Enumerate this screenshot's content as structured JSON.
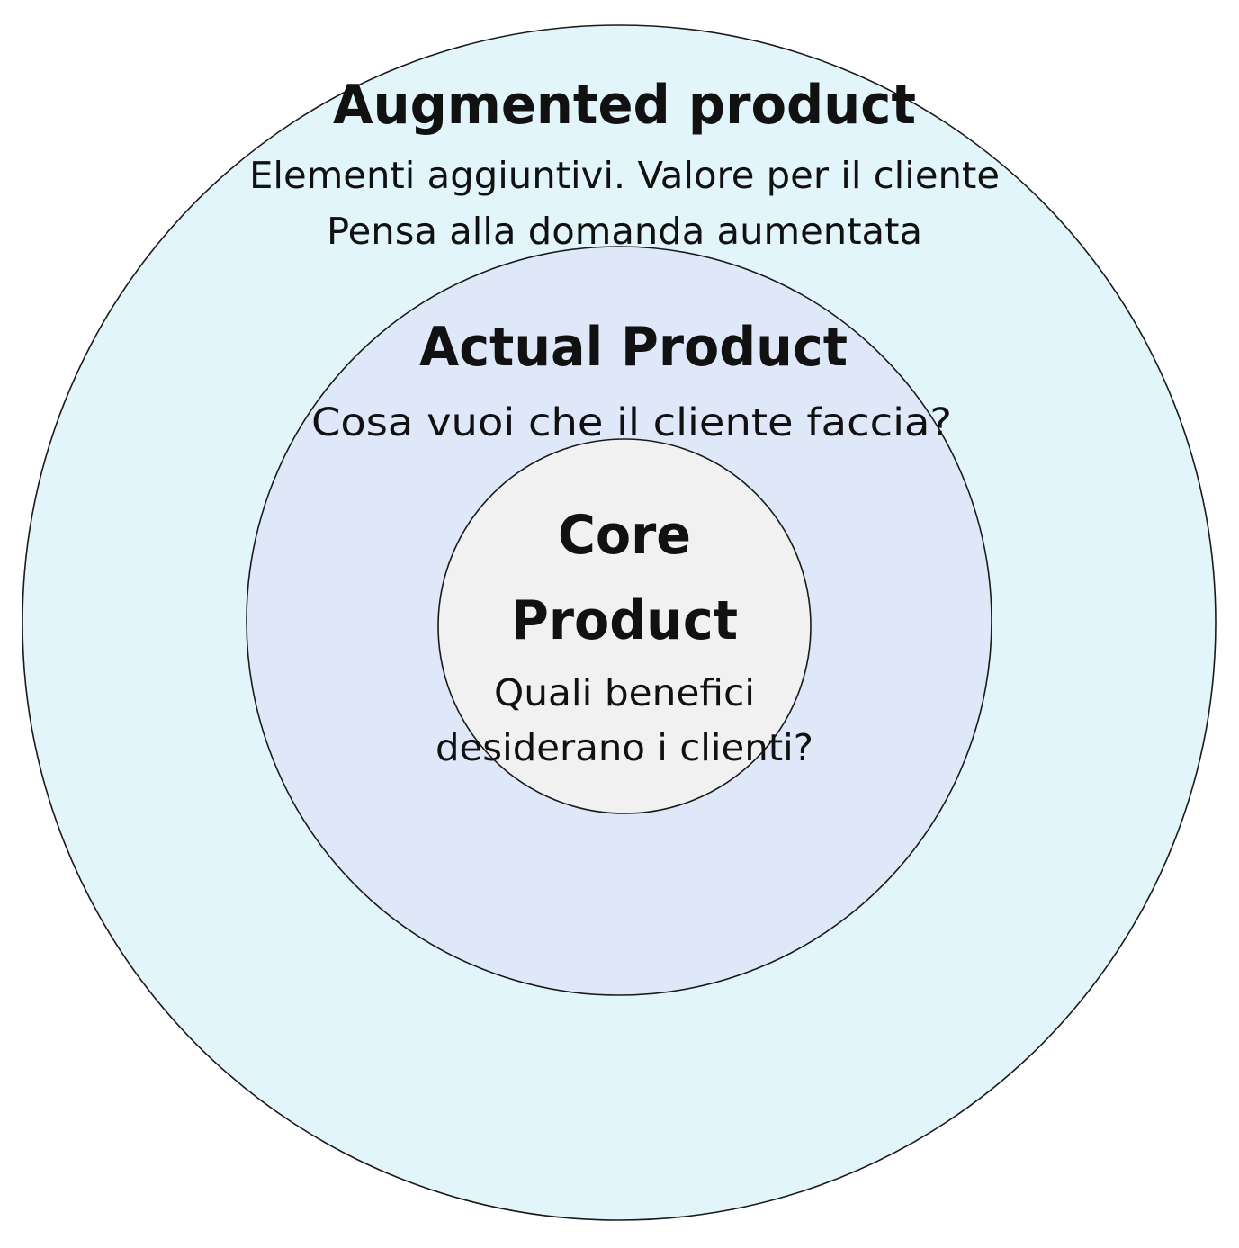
{
  "diagram": {
    "rings": {
      "augmented": {
        "title": "Augmented product",
        "line1": "Elementi aggiuntivi. Valore per il cliente",
        "line2": "Pensa alla domanda aumentata",
        "fill": "#e2f5fb"
      },
      "actual": {
        "title": "Actual Product",
        "line1": "Cosa vuoi che il cliente faccia?",
        "fill": "#dfe8f8"
      },
      "core": {
        "title_line1": "Core",
        "title_line2": "Product",
        "line1": "Quali benefici",
        "line2": "desiderano i clienti?",
        "fill": "#f1f1f1"
      }
    },
    "stroke_color": "#1a1a1a"
  }
}
